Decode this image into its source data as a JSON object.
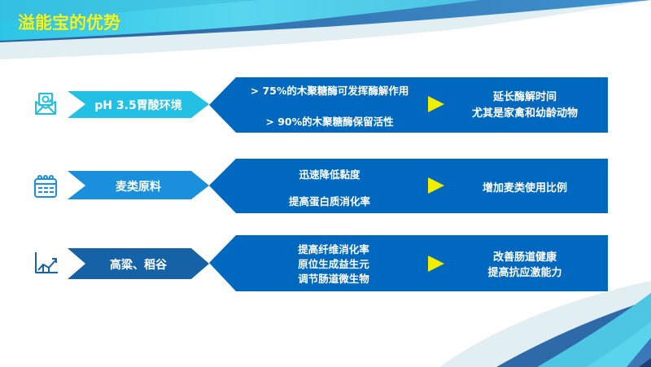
{
  "title": "溢能宝的优势",
  "colors": {
    "title": "#f4f41e",
    "box": "#0068bf",
    "arrow_row1": "#22c0e5",
    "arrow_row2": "#1a90dc",
    "arrow_row3": "#1563a6",
    "triangle": "#f2ee00"
  },
  "rows": [
    {
      "icon": "envelope-icon",
      "label": "pH 3.5胃酸环境",
      "effects": [
        "> 75%的木聚糖酶可发挥酶解作用",
        "> 90%的木聚糖酶保留活性"
      ],
      "results": [
        "延长酶解时间",
        "尤其是家禽和幼龄动物"
      ]
    },
    {
      "icon": "calendar-icon",
      "label": "麦类原料",
      "effects": [
        "迅速降低黏度",
        "提高蛋白质消化率"
      ],
      "results": [
        "增加麦类使用比例"
      ]
    },
    {
      "icon": "growth-chart-icon",
      "label": "高粱、稻谷",
      "effects": [
        "提高纤维消化率",
        "原位生成益生元",
        "调节肠道微生物"
      ],
      "results": [
        "改善肠道健康",
        "提高抗应激能力"
      ]
    }
  ]
}
